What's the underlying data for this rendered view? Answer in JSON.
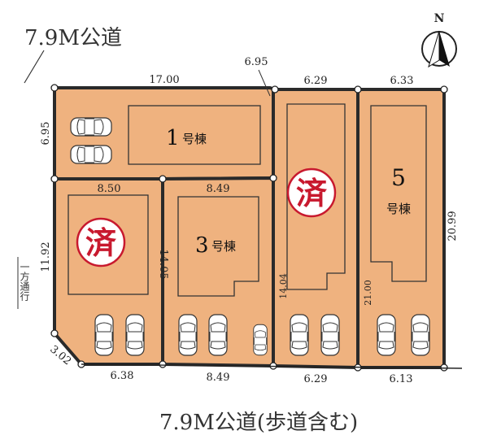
{
  "roads": {
    "top": "7.9M公道",
    "bottom": "7.9M公道(歩道含む)",
    "side_note": "一方通行"
  },
  "compass": {
    "label": "N"
  },
  "dimensions": {
    "top_17_00": "17.00",
    "top_6_95": "6.95",
    "top_6_29": "6.29",
    "top_6_33": "6.33",
    "left_6_95": "6.95",
    "left_11_92": "11.92",
    "corner_3_02": "3.02",
    "lot2_8_50": "8.50",
    "lot3_8_49": "8.49",
    "v_14_05": "14.05",
    "v_14_04": "14.04",
    "v_21_00": "21.00",
    "right_20_99": "20.99",
    "bottom_6_38": "6.38",
    "bottom_8_49": "8.49",
    "bottom_6_29": "6.29",
    "bottom_6_13": "6.13"
  },
  "buildings": {
    "b1": {
      "num": "1",
      "suffix": "号棟"
    },
    "b3": {
      "num": "3",
      "suffix": "号棟"
    },
    "b5": {
      "num": "5",
      "suffix": "号棟"
    }
  },
  "sold_stamp": "済",
  "colors": {
    "lot_fill": "#efb27f",
    "lot_border": "#2a2a2a",
    "sold_red": "#c8192e"
  }
}
